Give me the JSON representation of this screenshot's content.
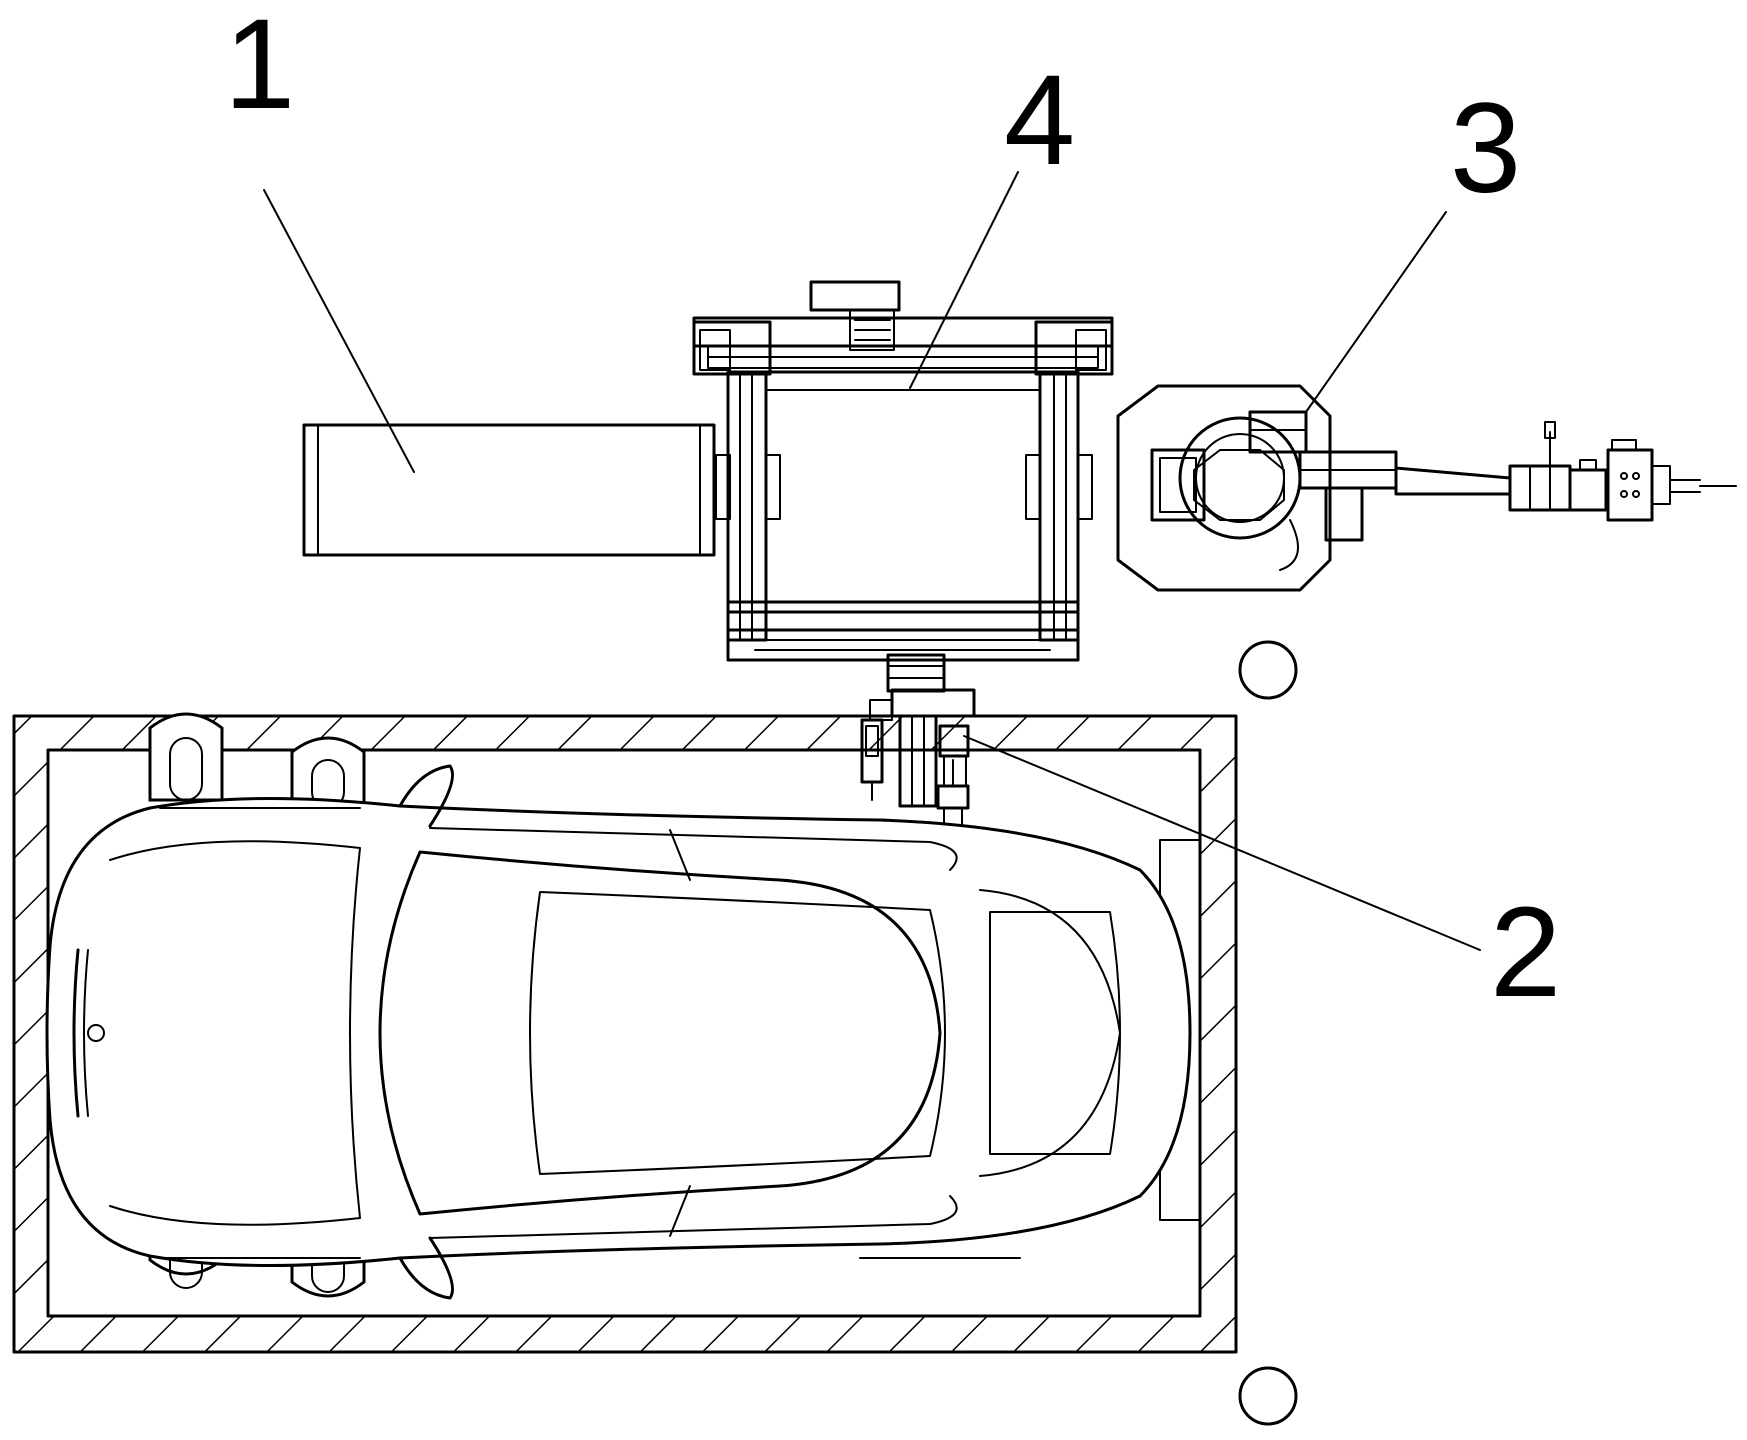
{
  "figure": {
    "labels": [
      {
        "id": "1",
        "text": "1"
      },
      {
        "id": "2",
        "text": "2"
      },
      {
        "id": "3",
        "text": "3"
      },
      {
        "id": "4",
        "text": "4"
      }
    ]
  },
  "colors": {
    "stroke": "#000000",
    "background": "#ffffff"
  }
}
